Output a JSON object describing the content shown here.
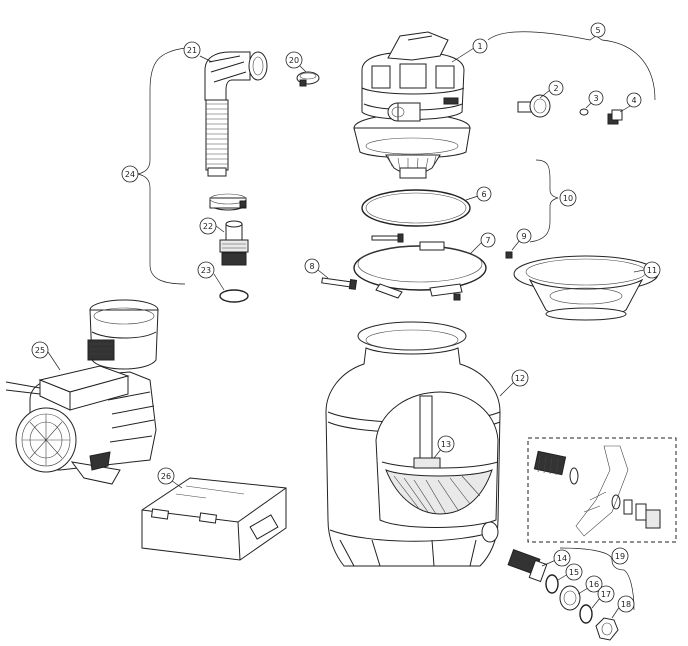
{
  "callouts": [
    {
      "n": "1"
    },
    {
      "n": "2"
    },
    {
      "n": "3"
    },
    {
      "n": "4"
    },
    {
      "n": "5"
    },
    {
      "n": "6"
    },
    {
      "n": "7"
    },
    {
      "n": "8"
    },
    {
      "n": "9"
    },
    {
      "n": "10"
    },
    {
      "n": "11"
    },
    {
      "n": "12"
    },
    {
      "n": "13"
    },
    {
      "n": "14"
    },
    {
      "n": "15"
    },
    {
      "n": "16"
    },
    {
      "n": "17"
    },
    {
      "n": "18"
    },
    {
      "n": "19"
    },
    {
      "n": "20"
    },
    {
      "n": "21"
    },
    {
      "n": "22"
    },
    {
      "n": "23"
    },
    {
      "n": "24"
    },
    {
      "n": "25"
    },
    {
      "n": "26"
    }
  ]
}
